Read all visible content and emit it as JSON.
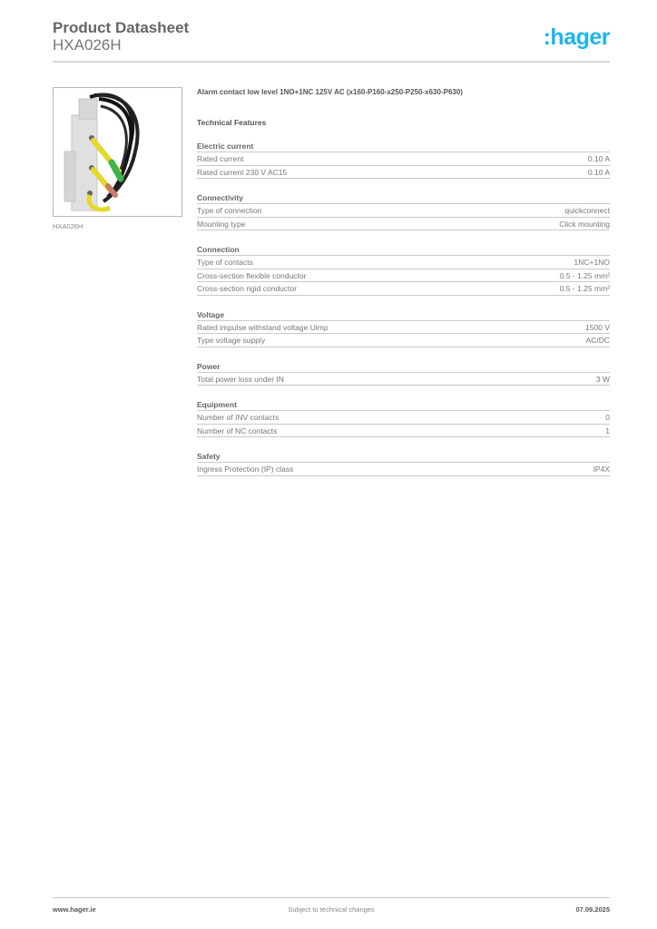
{
  "header": {
    "title": "Product Datasheet",
    "product_code": "HXA026H",
    "logo_text": ":hager",
    "logo_color": "#1fb4ec"
  },
  "product_image": {
    "caption": "HXA026H",
    "icon": "product-photo-alarm-contact"
  },
  "description": "Alarm contact low level 1NO+1NC 125V AC (x160-P160-x250-P250-x630-P630)",
  "technical_features_title": "Technical Features",
  "sections": [
    {
      "title": "Electric current",
      "rows": [
        {
          "label": "Rated current",
          "value": "0.10 A"
        },
        {
          "label": "Rated current 230 V AC15",
          "value": "0.10 A"
        }
      ]
    },
    {
      "title": "Connectivity",
      "rows": [
        {
          "label": "Type of connection",
          "value": "quickconnect"
        },
        {
          "label": "Mounting type",
          "value": "Click mounting"
        }
      ]
    },
    {
      "title": "Connection",
      "rows": [
        {
          "label": "Type of contacts",
          "value": "1NC+1NO"
        },
        {
          "label": "Cross-section flexible conductor",
          "value": "0.5 - 1.25 mm²"
        },
        {
          "label": "Cross-section rigid conductor",
          "value": "0.5 - 1.25 mm²"
        }
      ]
    },
    {
      "title": "Voltage",
      "rows": [
        {
          "label": "Rated impulse withstand voltage Uimp",
          "value": "1500 V"
        },
        {
          "label": "Type voltage supply",
          "value": "AC/DC"
        }
      ]
    },
    {
      "title": "Power",
      "rows": [
        {
          "label": "Total power loss under IN",
          "value": "3 W"
        }
      ]
    },
    {
      "title": "Equipment",
      "rows": [
        {
          "label": "Number of INV contacts",
          "value": "0"
        },
        {
          "label": "Number of NC contacts",
          "value": "1"
        }
      ]
    },
    {
      "title": "Safety",
      "rows": [
        {
          "label": "Ingress Protection (IP) class",
          "value": "IP4X"
        }
      ]
    }
  ],
  "footer": {
    "website": "www.hager.ie",
    "note": "Subject to technical changes",
    "date": "07.09.2025"
  }
}
